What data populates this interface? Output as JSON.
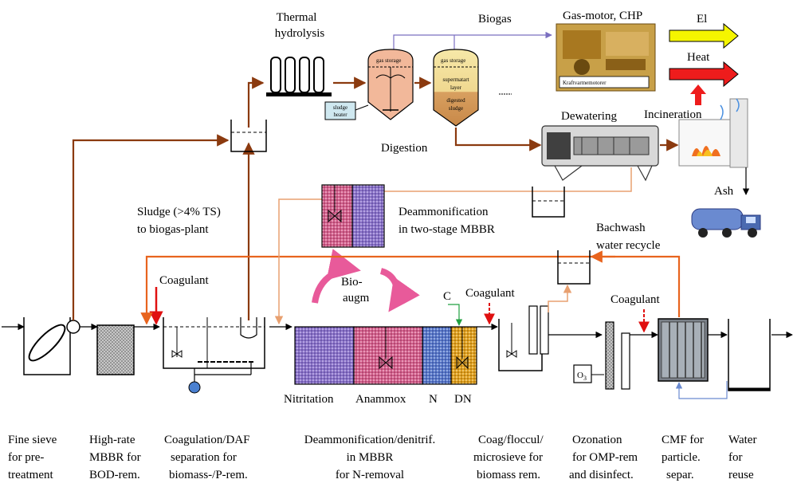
{
  "labels": {
    "thermal_hydrolysis_1": "Thermal",
    "thermal_hydrolysis_2": "hydrolysis",
    "biogas": "Biogas",
    "gas_motor": "Gas-motor, CHP",
    "el": "El",
    "heat": "Heat",
    "kraftvarme": "Kraftvarmemotorer",
    "gas_storage": "gas storage",
    "supernatant_1": "supermatart",
    "supernatant_2": "layer",
    "digested_1": "digested",
    "digested_2": "sludge",
    "sludge_heater_1": "sludge",
    "sludge_heater_2": "heater",
    "digestion": "Digestion",
    "dewatering": "Dewatering",
    "incineration": "Incineration",
    "ash": "Ash",
    "sludge_line_1": "Sludge (>4% TS)",
    "sludge_line_2": "to biogas-plant",
    "deammon_1": "Deammonification",
    "deammon_2": "in two-stage MBBR",
    "backwash_1": "Bachwash",
    "backwash_2": "water recycle",
    "coagulant_1": "Coagulant",
    "coagulant_2": "Coagulant",
    "coagulant_3": "Coagulant",
    "bio_augm_1": "Bio-",
    "bio_augm_2": "augm",
    "carbon": "C",
    "nitritation": "Nitritation",
    "anammox": "Anammox",
    "n": "N",
    "dn": "DN",
    "o3": "O",
    "o3_sub": "3"
  },
  "captions": [
    [
      "Fine sieve",
      "for pre-",
      "treatment"
    ],
    [
      "High-rate",
      "MBBR for",
      "BOD-rem."
    ],
    [
      "Coagulation/DAF",
      "separation for",
      "biomass-/P-rem."
    ],
    [
      "Deammonification/denitrif.",
      "in MBBR",
      "for N-removal"
    ],
    [
      "Coag/floccul/",
      "microsieve for",
      "biomass rem."
    ],
    [
      "Ozonation",
      "for OMP-rem",
      "and disinfect."
    ],
    [
      "CMF for",
      "particle.",
      "separ."
    ],
    [
      "Water",
      "for",
      "reuse"
    ]
  ],
  "colors": {
    "sludge_line": "#8b3a0f",
    "recycle_line": "#e8641e",
    "light_recycle": "#e8a070",
    "biogas_line": "#7a6fc0",
    "el_arrow": "#f5f500",
    "heat_arrow": "#ee1c1c",
    "nitritation_fill": "#8a72c8",
    "anammox_fill": "#d3608c",
    "n_fill": "#5878c8",
    "dn_fill": "#e0a020",
    "digester_fill": "#f2b89a",
    "pink_arrow": "#e85a9a"
  }
}
